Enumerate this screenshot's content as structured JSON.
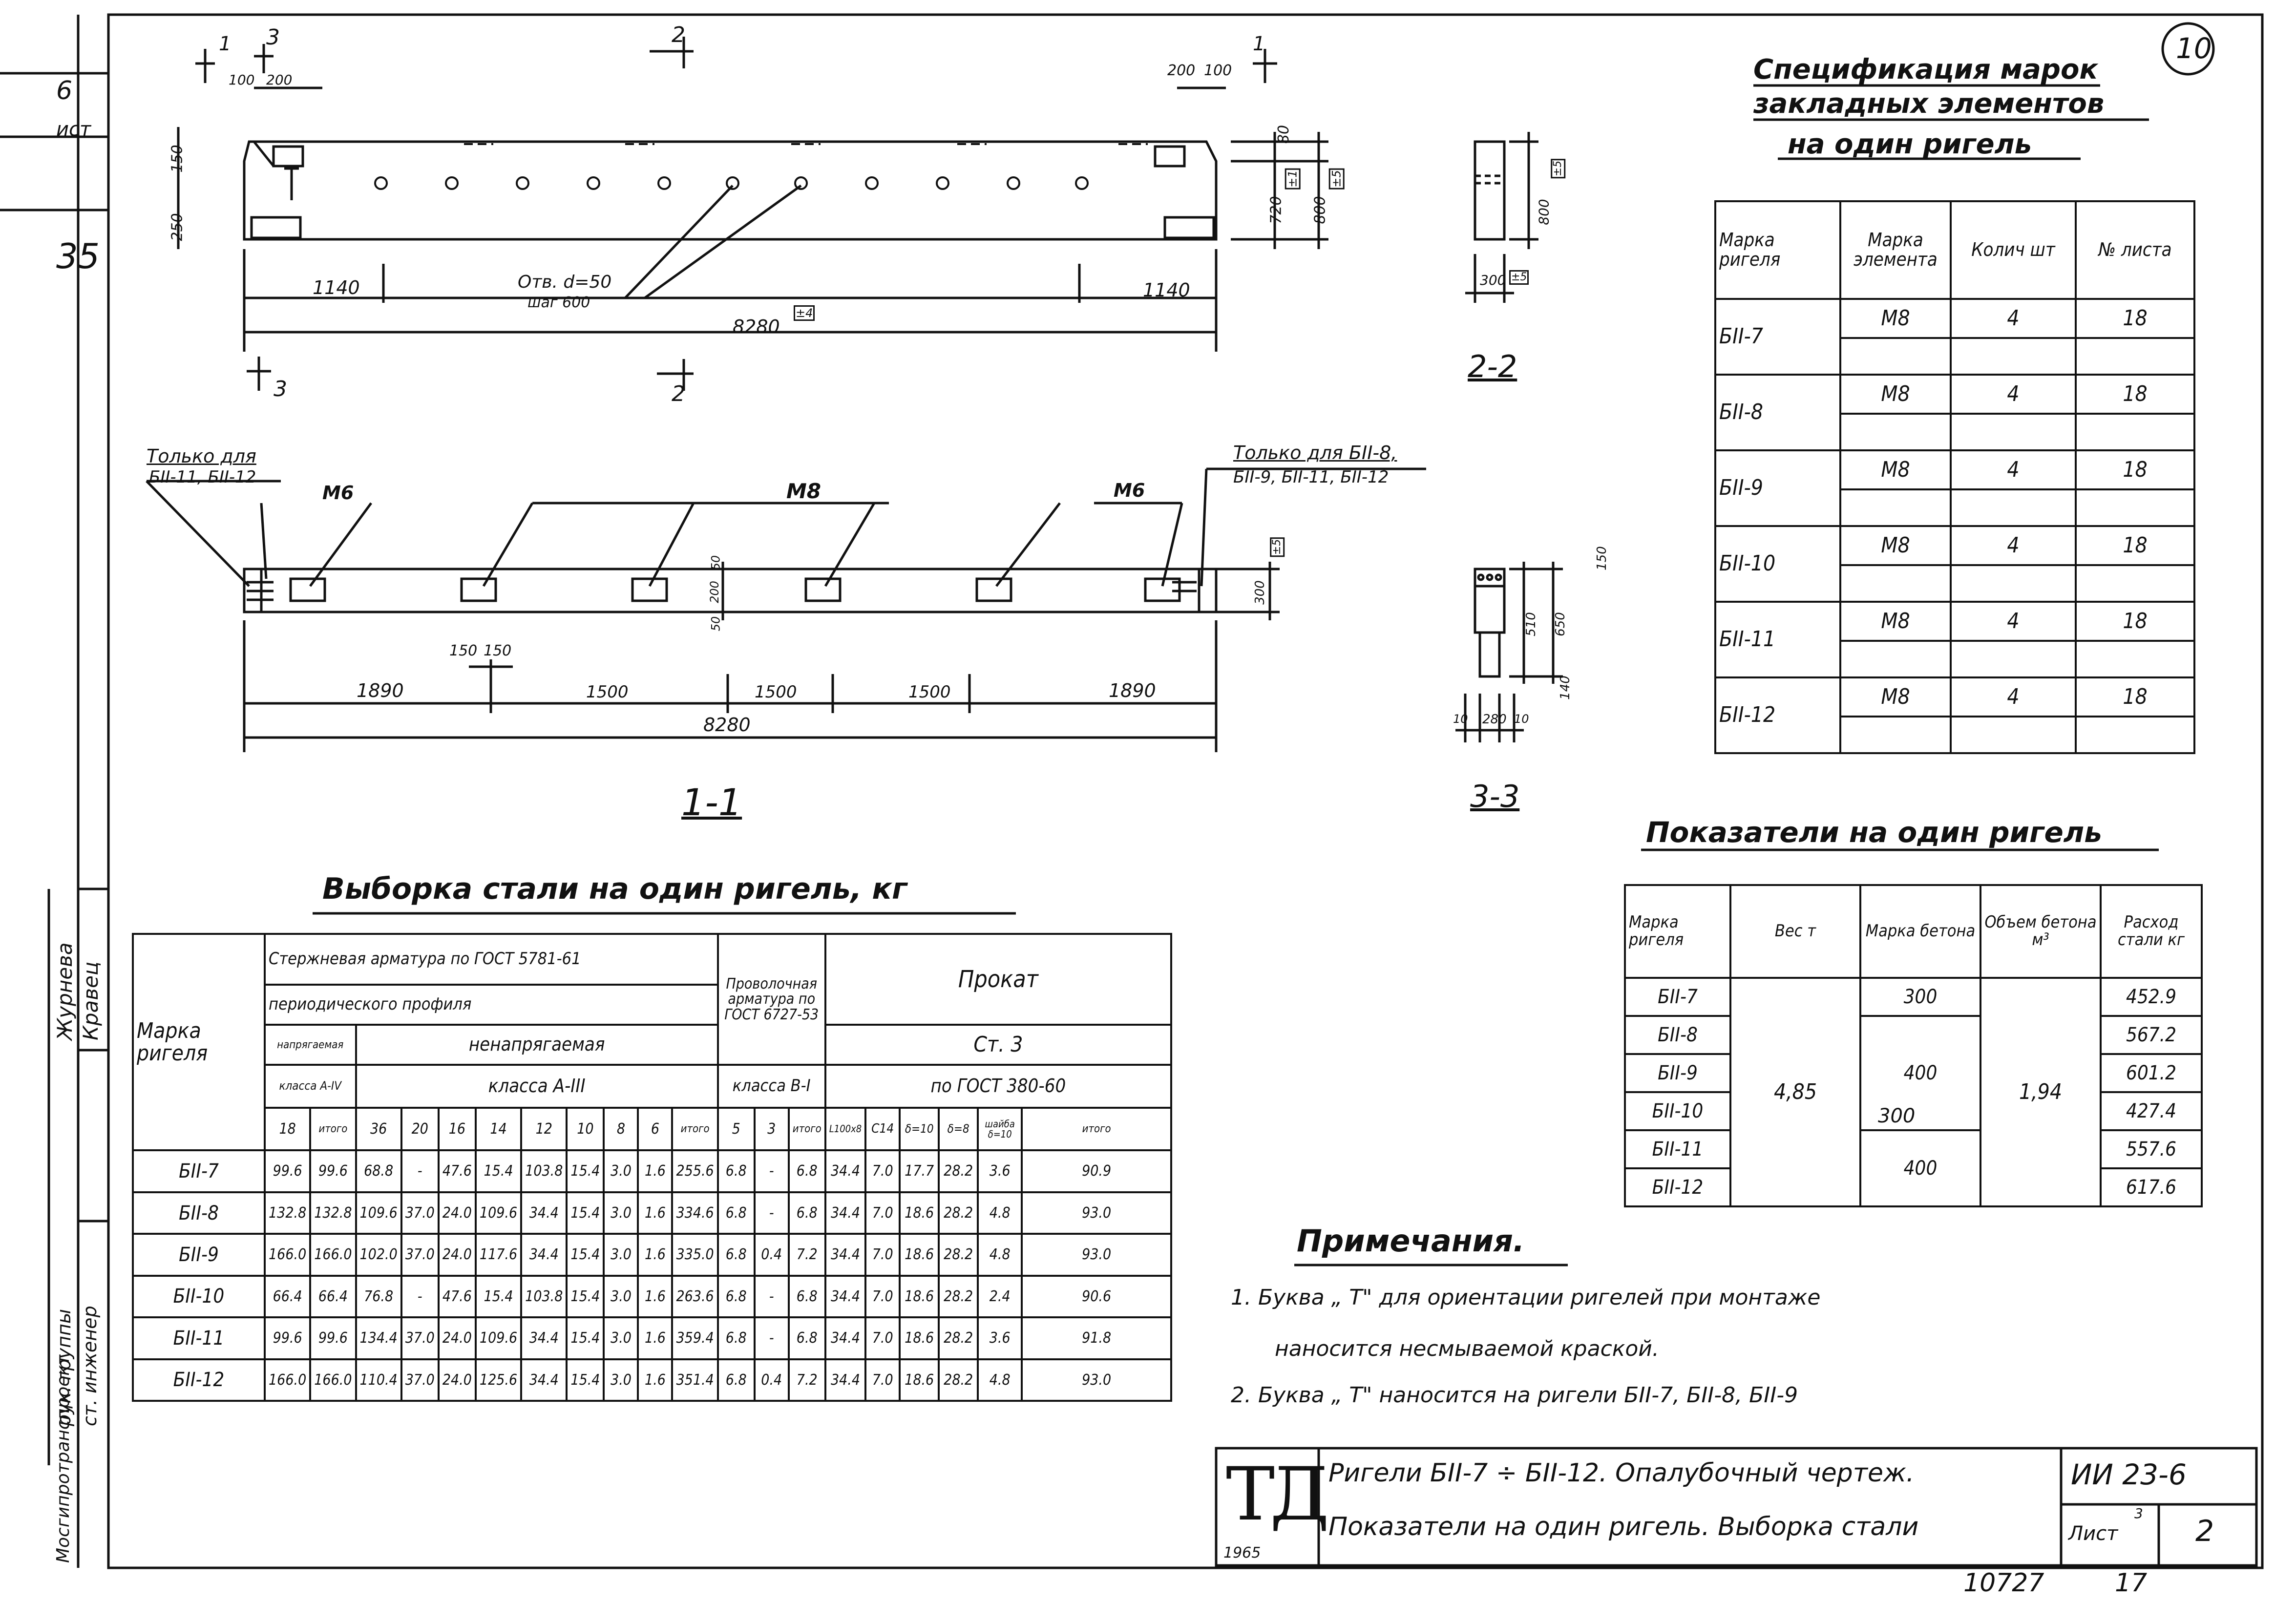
{
  "sheet": {
    "number_circle": "10",
    "left_margin": {
      "n6": "6",
      "list": "ист",
      "n35": "35",
      "staff": [
        "Журнева",
        "Кравец"
      ],
      "roles": [
        "рук. группы",
        "ст. инженер"
      ],
      "org": "Мосгипротранспроект"
    }
  },
  "sections": {
    "s1": "1",
    "s2": "2",
    "s3": "3",
    "dims_top": [
      "100",
      "200",
      "200",
      "100"
    ],
    "dims_left": [
      "150",
      "250"
    ],
    "dims_right": [
      "80",
      "720",
      "800",
      "±1",
      "±5"
    ],
    "hole_note": "Отв. d=50",
    "hole_step": "шаг 600",
    "len_1140a": "1140",
    "len_1140b": "1140",
    "total_top": "8280",
    "total_tol": "±4",
    "t_letter": "Т",
    "only_left": "Только для",
    "only_left2": "БII-11, БII-12",
    "only_right": "Только для БII-8,",
    "only_right2": "БII-9, БII-11, БII-12",
    "m6a": "М6",
    "m8": "М8",
    "m6b": "М6",
    "plan_dims": [
      "50",
      "200",
      "50"
    ],
    "plan_right": [
      "300",
      "±5"
    ],
    "d150a": "150",
    "d150b": "150",
    "spans": [
      "1890",
      "1500",
      "1500",
      "1500",
      "1890"
    ],
    "total_bottom": "8280",
    "cut11": "1-1",
    "cut22": "2-2",
    "s22_h": "800",
    "s22_tol": "±5",
    "s22_w": "300",
    "s22_wt": "±5",
    "cut33": "3-3",
    "s33_dims": [
      "150",
      "510",
      "650",
      "140"
    ],
    "s33_w": [
      "10",
      "280",
      "10"
    ]
  },
  "spec": {
    "title1": "Спецификация марок",
    "title2": "закладных элементов",
    "title3": "на один ригель",
    "headers": [
      "Марка ригеля",
      "Марка элемента",
      "Колич шт",
      "№ листа"
    ],
    "rows": [
      [
        "БII-7",
        "М8",
        "4",
        "18"
      ],
      [
        "БII-8",
        "М8",
        "4",
        "18"
      ],
      [
        "БII-9",
        "М8",
        "4",
        "18"
      ],
      [
        "БII-10",
        "М8",
        "4",
        "18"
      ],
      [
        "БII-11",
        "М8",
        "4",
        "18"
      ],
      [
        "БII-12",
        "М8",
        "4",
        "18"
      ]
    ]
  },
  "indicators": {
    "title": "Показатели на один ригель",
    "headers": [
      "Марка ригеля",
      "Вес т",
      "Марка бетона",
      "Объем бетона м³",
      "Расход стали кг"
    ],
    "marks": [
      "БII-7",
      "БII-8",
      "БII-9",
      "БII-10",
      "БII-11",
      "БII-12"
    ],
    "weight": "4,85",
    "concrete": [
      "300",
      "400",
      "300",
      "400"
    ],
    "volume": "1,94",
    "steel": [
      "452.9",
      "567.2",
      "601.2",
      "427.4",
      "557.6",
      "617.6"
    ]
  },
  "steel": {
    "title": "Выборка стали на один ригель, кг",
    "h_mark": "Марка ригеля",
    "h_rod": "Стержневая арматура по ГОСТ 5781-61",
    "h_periodic": "периодического профиля",
    "h_prestressed": "напрягаемая",
    "h_nonprestressed": "ненапрягаемая",
    "h_classA4": "класса А-IV",
    "h_classA3": "класса А-III",
    "h_wire": "Проволочная арматура по ГОСТ 6727-53",
    "h_classB1": "класса В-I",
    "h_rolled": "Прокат",
    "h_st3": "Ст. 3",
    "h_gost380": "по ГОСТ 380-60",
    "cols": [
      "18",
      "итого",
      "36",
      "20",
      "16",
      "14",
      "12",
      "10",
      "8",
      "6",
      "итого",
      "5",
      "3",
      "итого",
      "L100x8",
      "С14",
      "δ=10",
      "δ=8",
      "шайба δ=10",
      "итого"
    ],
    "rows": [
      [
        "БII-7",
        "99.6",
        "99.6",
        "68.8",
        "-",
        "47.6",
        "15.4",
        "103.8",
        "15.4",
        "3.0",
        "1.6",
        "255.6",
        "6.8",
        "-",
        "6.8",
        "34.4",
        "7.0",
        "17.7",
        "28.2",
        "3.6",
        "90.9"
      ],
      [
        "БII-8",
        "132.8",
        "132.8",
        "109.6",
        "37.0",
        "24.0",
        "109.6",
        "34.4",
        "15.4",
        "3.0",
        "1.6",
        "334.6",
        "6.8",
        "-",
        "6.8",
        "34.4",
        "7.0",
        "18.6",
        "28.2",
        "4.8",
        "93.0"
      ],
      [
        "БII-9",
        "166.0",
        "166.0",
        "102.0",
        "37.0",
        "24.0",
        "117.6",
        "34.4",
        "15.4",
        "3.0",
        "1.6",
        "335.0",
        "6.8",
        "0.4",
        "7.2",
        "34.4",
        "7.0",
        "18.6",
        "28.2",
        "4.8",
        "93.0"
      ],
      [
        "БII-10",
        "66.4",
        "66.4",
        "76.8",
        "-",
        "47.6",
        "15.4",
        "103.8",
        "15.4",
        "3.0",
        "1.6",
        "263.6",
        "6.8",
        "-",
        "6.8",
        "34.4",
        "7.0",
        "18.6",
        "28.2",
        "2.4",
        "90.6"
      ],
      [
        "БII-11",
        "99.6",
        "99.6",
        "134.4",
        "37.0",
        "24.0",
        "109.6",
        "34.4",
        "15.4",
        "3.0",
        "1.6",
        "359.4",
        "6.8",
        "-",
        "6.8",
        "34.4",
        "7.0",
        "18.6",
        "28.2",
        "3.6",
        "91.8"
      ],
      [
        "БII-12",
        "166.0",
        "166.0",
        "110.4",
        "37.0",
        "24.0",
        "125.6",
        "34.4",
        "15.4",
        "3.0",
        "1.6",
        "351.4",
        "6.8",
        "0.4",
        "7.2",
        "34.4",
        "7.0",
        "18.6",
        "28.2",
        "4.8",
        "93.0"
      ]
    ]
  },
  "notes": {
    "title": "Примечания.",
    "n1a": "1.  Буква  „ Т\"  для  ориентации  ригелей  при  монтаже",
    "n1b": "наносится    несмываемой    краской.",
    "n2": "2.  Буква  „ Т\"   наносится   на ригели   БII-7,  БII-8,   БII-9"
  },
  "title_block": {
    "logo": "ТД",
    "year": "1965",
    "line1": "Ригели  БII-7 ÷ БII-12.  Опалубочный   чертеж.",
    "line2": "Показатели  на  один  ригель.  Выборка  стали",
    "code": "ИИ 23-6",
    "list": "Лист",
    "list_sup": "3",
    "list_no": "2",
    "inv": "10727",
    "inv2": "17"
  }
}
